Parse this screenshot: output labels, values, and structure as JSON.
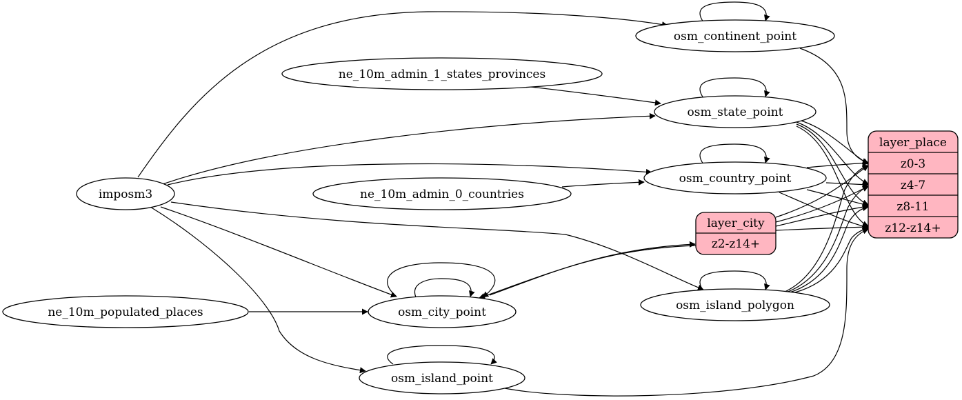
{
  "nodes": {
    "imposm3": "imposm3",
    "ne_admin1": "ne_10m_admin_1_states_provinces",
    "ne_admin0": "ne_10m_admin_0_countries",
    "ne_populated": "ne_10m_populated_places",
    "continent_point": "osm_continent_point",
    "state_point": "osm_state_point",
    "country_point": "osm_country_point",
    "city_point": "osm_city_point",
    "island_polygon": "osm_island_polygon",
    "island_point": "osm_island_point"
  },
  "layer_city": {
    "title": "layer_city",
    "rows": [
      "z2-z14+"
    ]
  },
  "layer_place": {
    "title": "layer_place",
    "rows": [
      "z0-3",
      "z4-7",
      "z8-11",
      "z12-z14+"
    ]
  },
  "colors": {
    "record_fill": "#ffb6c1",
    "stroke": "#000000",
    "background": "#ffffff"
  }
}
